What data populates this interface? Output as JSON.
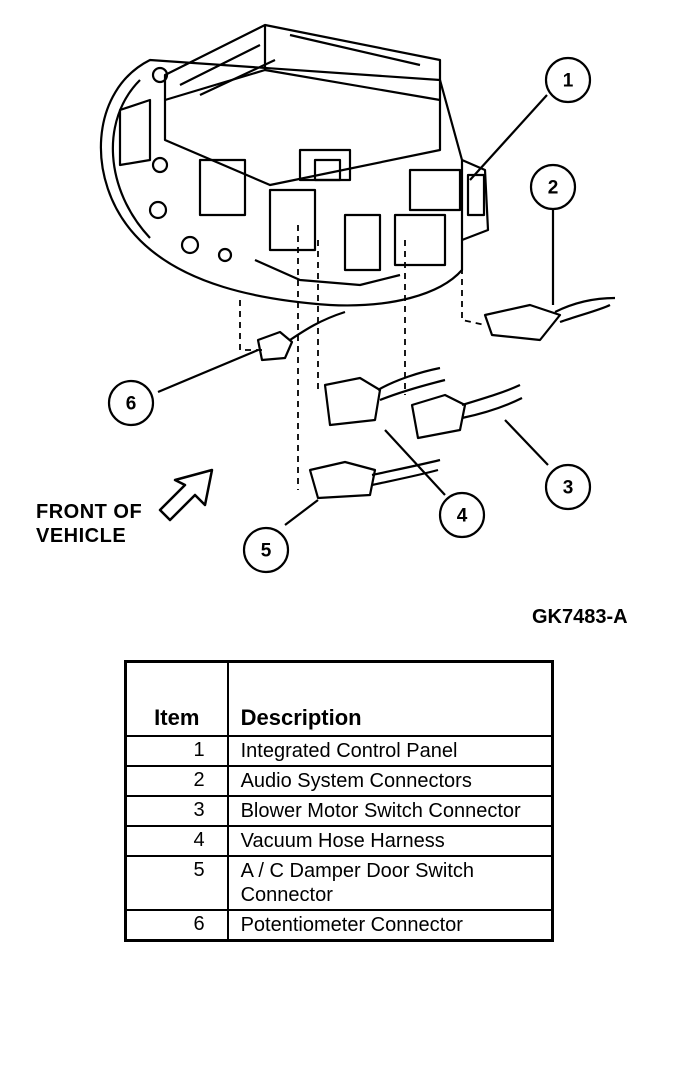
{
  "diagram": {
    "front_label_line1": "FRONT OF",
    "front_label_line2": "VEHICLE",
    "figure_code": "GK7483-A",
    "callouts": [
      "1",
      "2",
      "3",
      "4",
      "5",
      "6"
    ]
  },
  "legend": {
    "header_item": "Item",
    "header_description": "Description",
    "rows": [
      {
        "item": "1",
        "description": "Integrated Control Panel"
      },
      {
        "item": "2",
        "description": "Audio System Connectors"
      },
      {
        "item": "3",
        "description": "Blower Motor Switch Connector"
      },
      {
        "item": "4",
        "description": "Vacuum Hose Harness"
      },
      {
        "item": "5",
        "description": "A / C Damper Door Switch Connector"
      },
      {
        "item": "6",
        "description": "Potentiometer Connector"
      }
    ]
  }
}
